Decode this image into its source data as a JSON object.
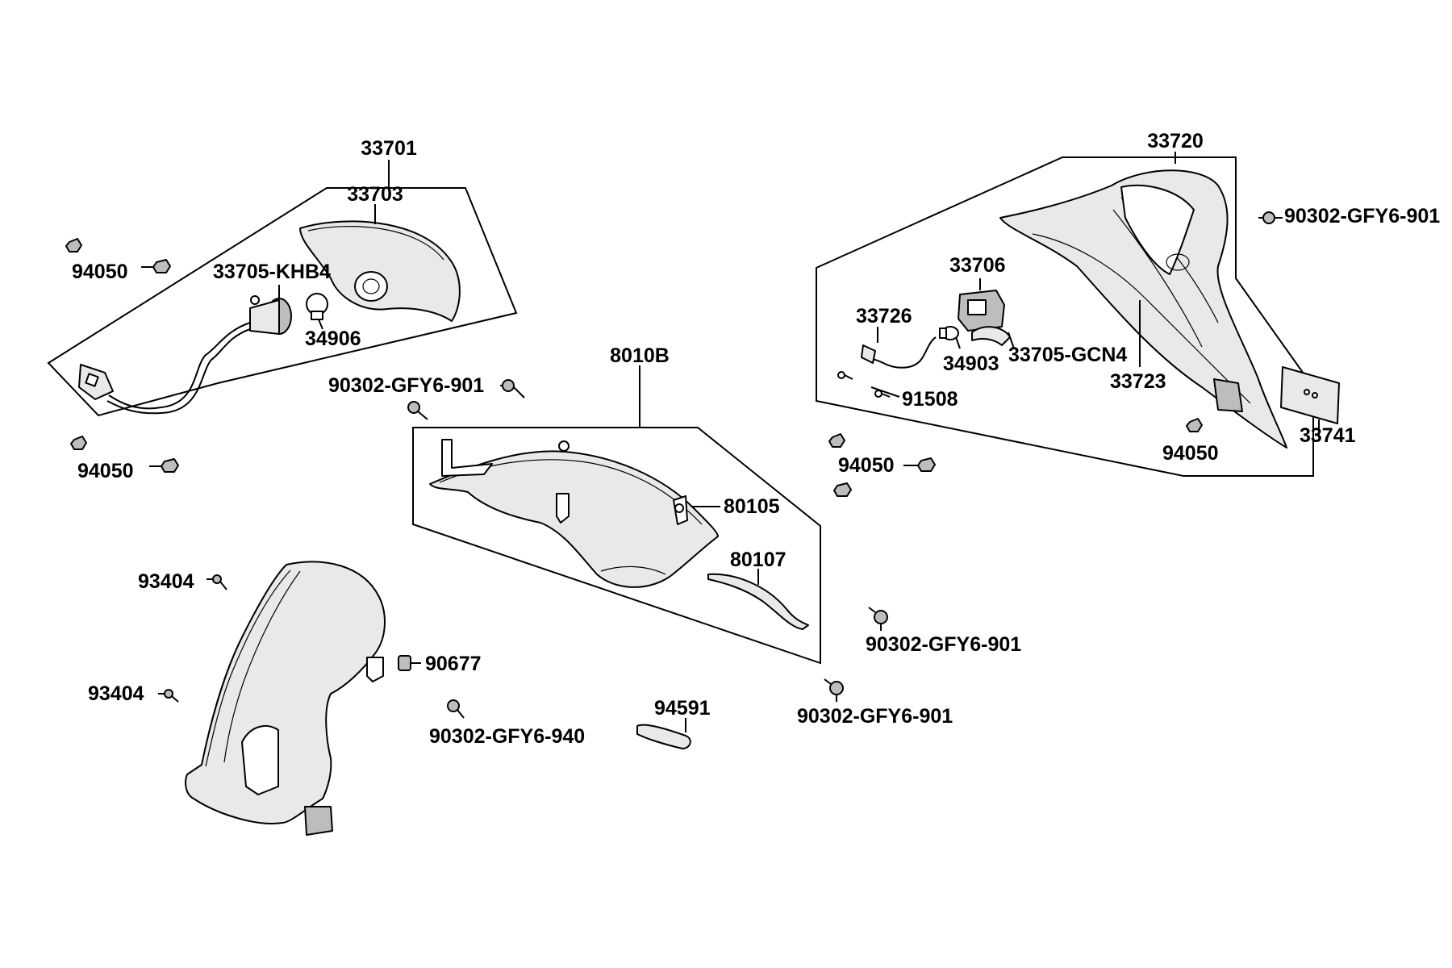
{
  "labels": {
    "l33701": "33701",
    "l33703": "33703",
    "l94050_a": "94050",
    "l33705_khb4": "33705-KHB4",
    "l34906": "34906",
    "l94050_b": "94050",
    "l90302_901_a": "90302-GFY6-901",
    "l8010b": "8010B",
    "l80105": "80105",
    "l80107": "80107",
    "l93404_a": "93404",
    "l93404_b": "93404",
    "l90677": "90677",
    "l90302_940": "90302-GFY6-940",
    "l94591": "94591",
    "l90302_901_b": "90302-GFY6-901",
    "l90302_901_c": "90302-GFY6-901",
    "l94050_c": "94050",
    "l33720": "33720",
    "l90302_901_d": "90302-GFY6-901",
    "l33706": "33706",
    "l33726": "33726",
    "l34903": "34903",
    "l33705_gcn4": "33705-GCN4",
    "l33723": "33723",
    "l91508": "91508",
    "l94050_d": "94050",
    "l33741": "33741"
  }
}
